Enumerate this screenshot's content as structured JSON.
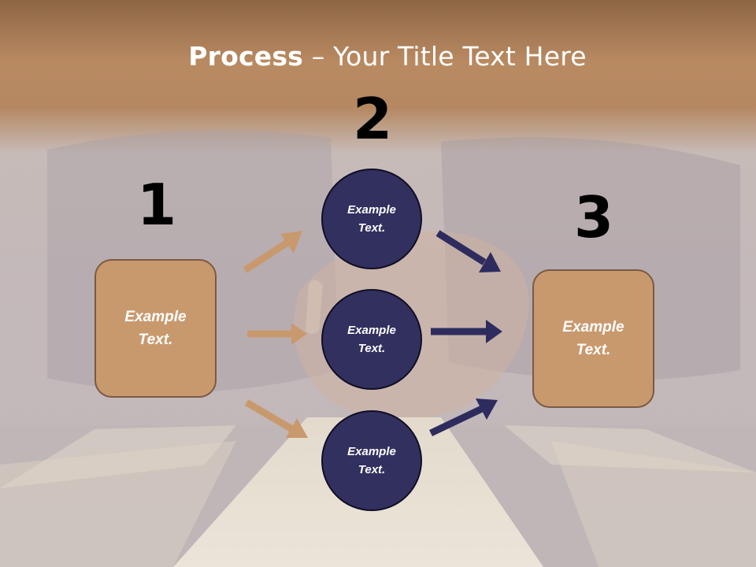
{
  "slide": {
    "title_bold": "Process",
    "title_rest": " – Your Title Text Here",
    "steps": [
      "1",
      "2",
      "3"
    ],
    "left_box": "Example\nText.",
    "circles": [
      "Example\nText.",
      "Example\nText.",
      "Example\nText."
    ],
    "right_box": "Example\nText."
  },
  "colors": {
    "banner": "#b7855f",
    "box_fill": "#c9996e",
    "circle_fill": "#32305f",
    "arrow_tan": "#c9996e",
    "arrow_navy": "#2e2c5e"
  }
}
